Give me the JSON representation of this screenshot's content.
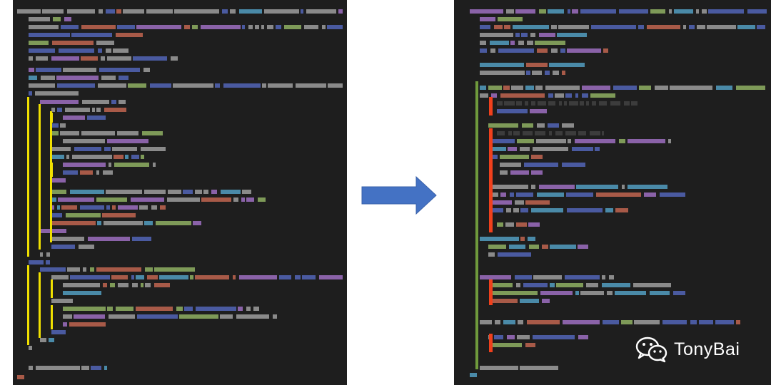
{
  "colors": {
    "background": "#1e1e1e",
    "token_gray": "#8a8a8a",
    "token_blue": "#4a5aa0",
    "token_teal": "#4a8aa8",
    "token_green": "#7e9a58",
    "token_purple": "#8a62a8",
    "token_red": "#a85a48",
    "guide_before": "#f0e000",
    "guide_after_outer": "#6f9a3c",
    "guide_after_inner": "#f0401c",
    "arrow": "#4472c4"
  },
  "panels": {
    "before": {
      "description_icon": "code-editor-blurred",
      "guide_color_name": "yellow"
    },
    "after": {
      "description_icon": "code-editor-blurred",
      "guide_color_name": "green-and-red"
    }
  },
  "arrow": {
    "icon": "right-arrow-icon"
  },
  "watermark": {
    "icon": "wechat-icon",
    "label": "TonyBai"
  }
}
